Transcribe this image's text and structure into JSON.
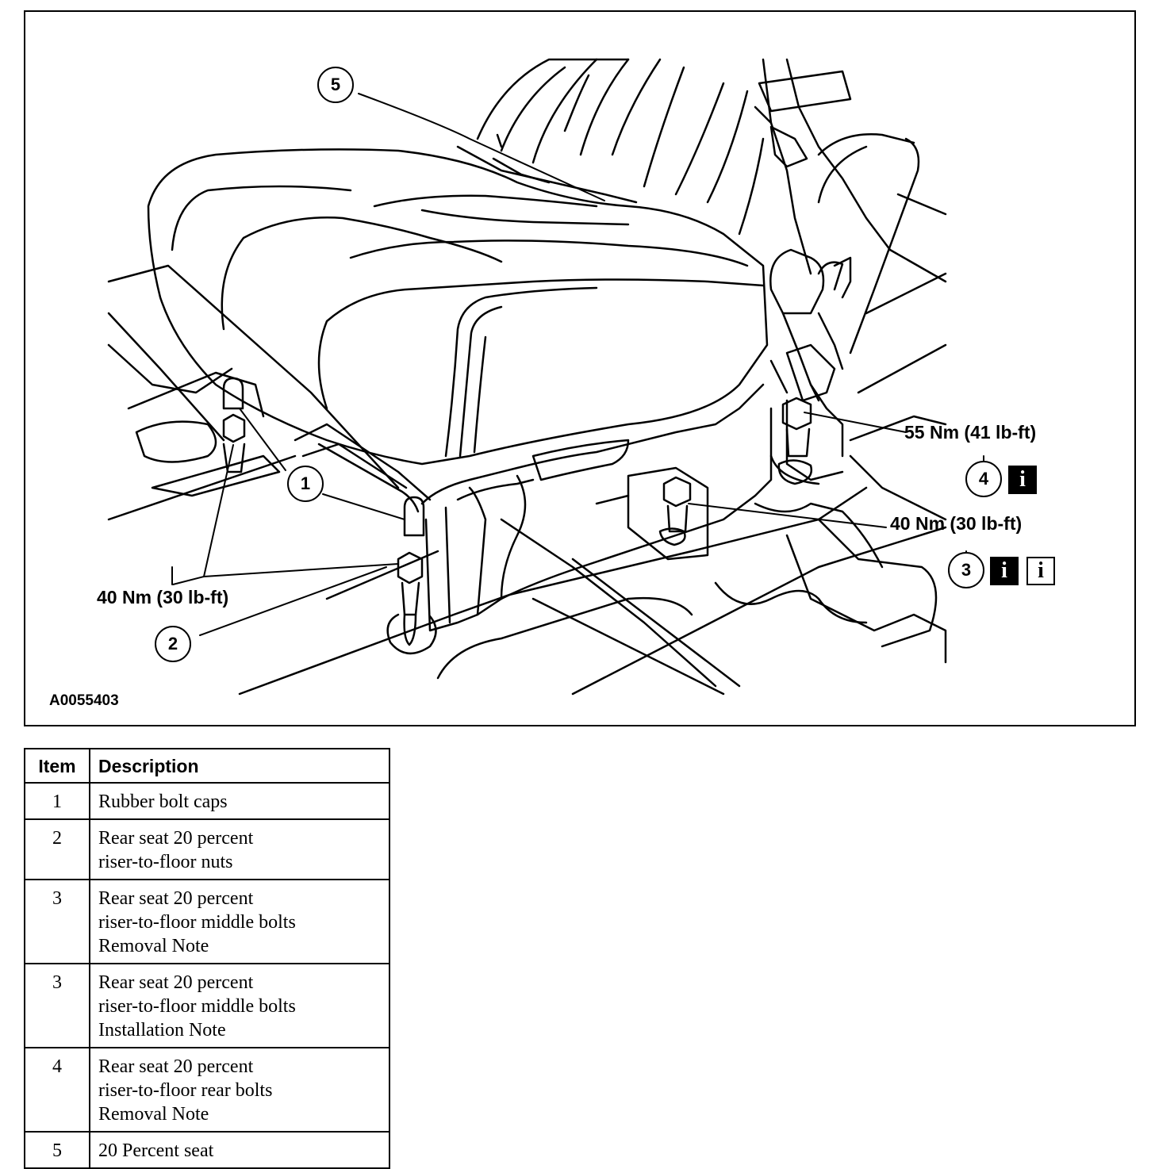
{
  "figure": {
    "id": "A0055403",
    "callouts": [
      {
        "number": "1"
      },
      {
        "number": "2"
      },
      {
        "number": "3"
      },
      {
        "number": "4"
      },
      {
        "number": "5"
      }
    ],
    "torques": {
      "item2": "40 Nm (30 lb-ft)",
      "item3": "40 Nm (30 lb-ft)",
      "item4": "55 Nm (41 lb-ft)"
    },
    "info_icon_glyph": "i"
  },
  "legend": {
    "headers": {
      "item": "Item",
      "description": "Description"
    },
    "rows": [
      {
        "item": "1",
        "lines": [
          "Rubber bolt caps"
        ]
      },
      {
        "item": "2",
        "lines": [
          "Rear seat 20 percent",
          "riser-to-floor nuts"
        ]
      },
      {
        "item": "3",
        "lines": [
          "Rear seat 20 percent",
          "riser-to-floor middle bolts",
          "Removal Note"
        ]
      },
      {
        "item": "3",
        "lines": [
          "Rear seat 20 percent",
          "riser-to-floor middle bolts",
          "Installation Note"
        ]
      },
      {
        "item": "4",
        "lines": [
          "Rear seat 20 percent",
          "riser-to-floor rear bolts",
          "Removal Note"
        ]
      },
      {
        "item": "5",
        "lines": [
          "20 Percent seat"
        ]
      }
    ]
  }
}
